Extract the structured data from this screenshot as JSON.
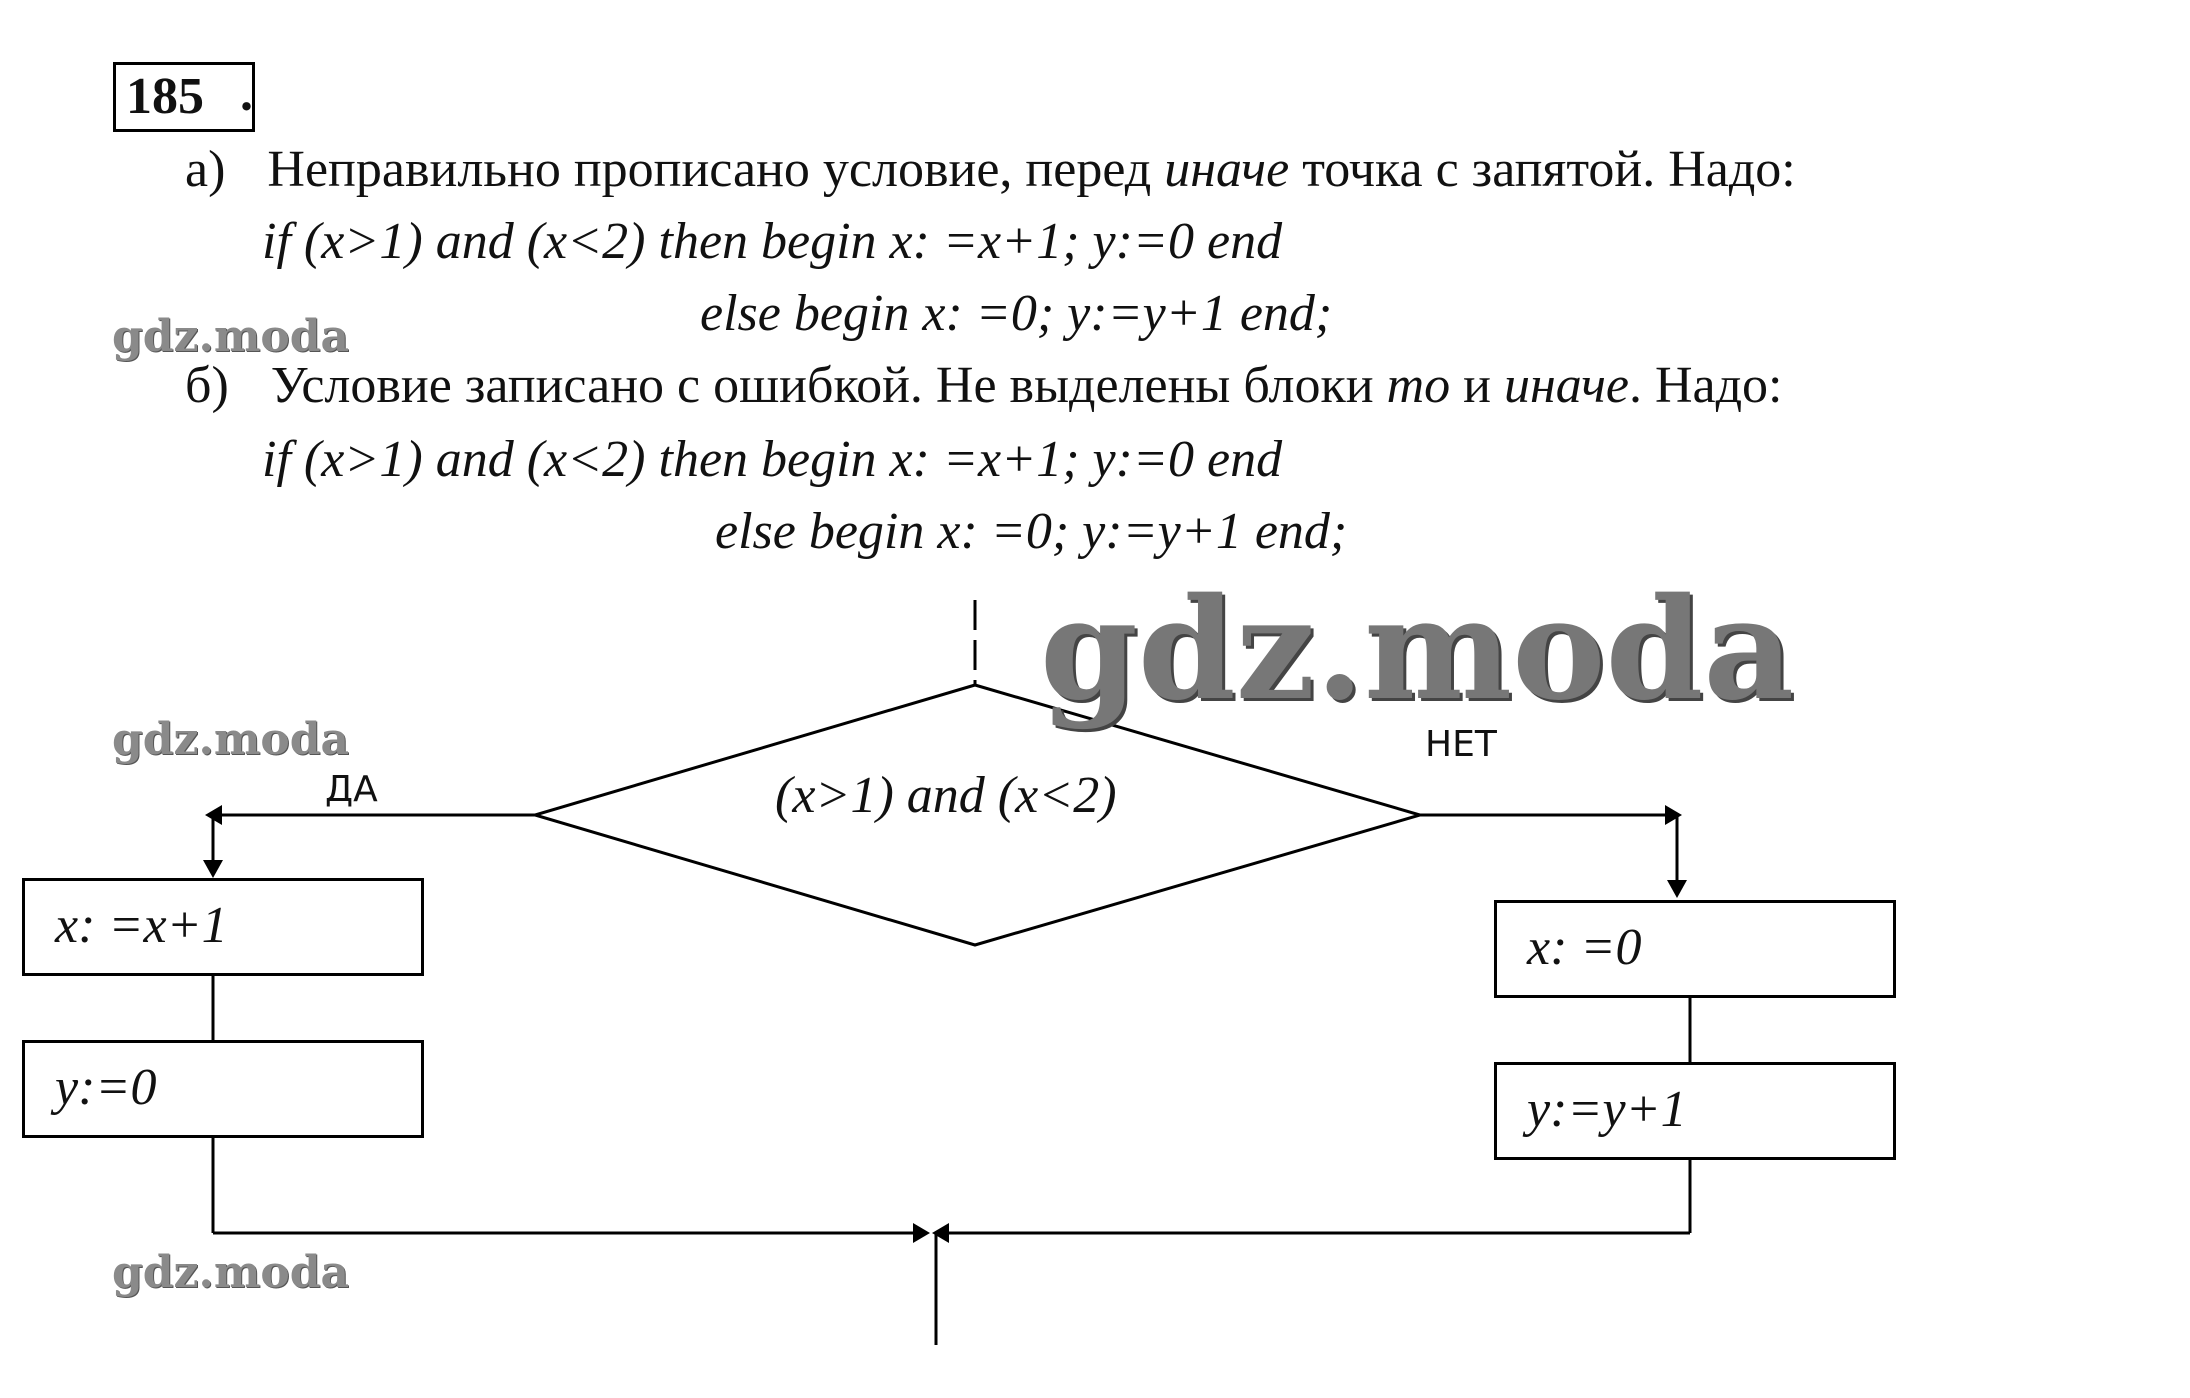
{
  "problem": {
    "number": "185",
    "dot": ".",
    "a": {
      "marker": "а)",
      "text_before": "Неправильно прописано условие, перед ",
      "text_italic": "иначе",
      "text_after": " точка с запятой. Надо:",
      "code_line1": "if (x>1) and (x<2) then begin x: =x+1; y:=0 end",
      "code_line2": "else begin x: =0; y:=y+1 end;"
    },
    "b": {
      "marker": "б)",
      "text_before": "Условие записано с ошибкой. Не выделены блоки ",
      "text_italic1": "то",
      "text_mid": " и ",
      "text_italic2": "иначе",
      "text_after": ". Надо:",
      "code_line1": "if (x>1) and (x<2) then begin x: =x+1; y:=0 end",
      "code_line2": "else begin x: =0; y:=y+1 end;"
    }
  },
  "flowchart": {
    "condition": "(x>1) and (x<2)",
    "yes_label": "ДА",
    "no_label": "НЕТ",
    "yes_box1": "x: =x+1",
    "yes_box2": "y:=0",
    "no_box1": "x: =0",
    "no_box2": "y:=y+1"
  },
  "watermark": {
    "small": "gdz.moda",
    "big": "gdz.moda"
  }
}
